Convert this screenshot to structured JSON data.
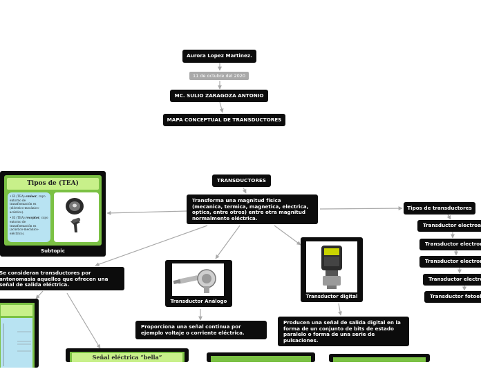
{
  "header": {
    "author": "Aurora Lopez Martinez.",
    "date": "11 de octubre del 2020",
    "teacher": "MC. SULIO ZARAGOZA ANTONIO",
    "title": "MAPA CONCEPTUAL DE TRANSDUCTORES"
  },
  "main": {
    "topic": "TRANSDUCTORES",
    "definition": "Transforma una magnitud física (mecanica, termica, magnetica, electrica, optica, entre otros) entre otra magnitud normalmente eléctrica."
  },
  "subtopic": {
    "caption": "Subtopic",
    "card_title": "Tipos de (TEA)",
    "item1_a": "El (TEA) ",
    "item1_em": "emisor",
    "item1_b": ", cuyo entorno de transformación es (eléctrico-mecánico-acústico).",
    "item2_a": "El (TEA) ",
    "item2_em": "receptor",
    "item2_b": ", cuyo entorno de transformación es (acústico-mecánico-eléctrico).",
    "icon_top": "speaker-icon",
    "icon_bottom": "microphone-icon"
  },
  "left_note": "Se consideran transductores por antonomasia aquellos que ofrecen una señal de salida eléctrica.",
  "analog": {
    "caption": "Transductor Análogo",
    "description": "Proporciona una señal continua por ejemplo voltaje o corriente eléctrica."
  },
  "digital": {
    "caption": "Transductor digital",
    "description": "Producen una señal de salida digital en la forma de un conjunto de bits de estado paralelo o forma de una serie de pulsaciones."
  },
  "types": {
    "title": "Tipos de transductores",
    "items": [
      "Transductor electroac",
      "Transductor electrom",
      "Transductor electrom",
      "Transductor electros",
      "Transductor fotoelé"
    ]
  },
  "signal_card": {
    "title": "Señal eléctrica “bella”"
  },
  "colors": {
    "node_bg": "#0c0c0c",
    "node_text": "#ffffff",
    "connector": "#a9a9a9",
    "date_bg": "#a9a9a9",
    "card_green": "#7bc144",
    "card_title_bg": "#c8f08a",
    "card_text_bg": "#b8e3f2"
  }
}
